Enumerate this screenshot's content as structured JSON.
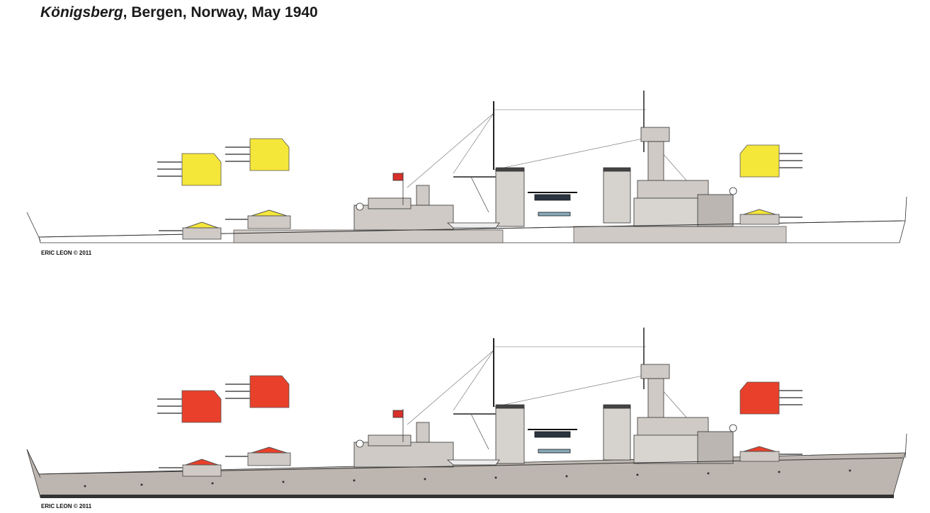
{
  "title": {
    "ship_name": "Königsberg",
    "rest": ", Bergen, Norway, May 1940"
  },
  "profiles": [
    {
      "variant": "upper",
      "credit": "ERIC LEON © 2011",
      "turret_color": "#f5e63a",
      "hull_color": "#ffffff"
    },
    {
      "variant": "lower",
      "credit": "ERIC LEON © 2011",
      "turret_color": "#e8402a",
      "hull_color": "#bdb6b0"
    }
  ],
  "colors": {
    "superstructure": "#cfcac6",
    "outline": "#333333",
    "flag": "#d8302a"
  }
}
